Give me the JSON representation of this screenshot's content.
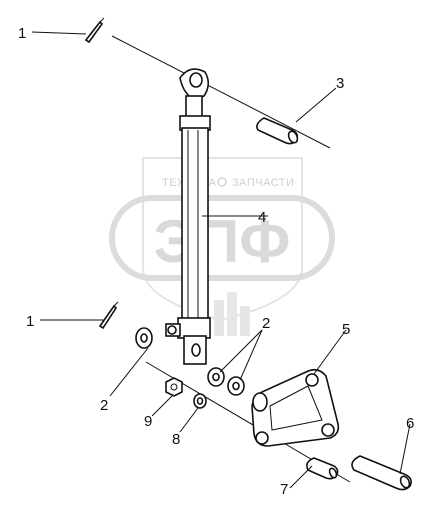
{
  "watermark": {
    "logo_text": "ЭПФ",
    "tagline_left": "ТЕХНИКА",
    "tagline_right": "ЗАПЧАСТИ"
  },
  "callouts": [
    {
      "id": "c1a",
      "label": "1"
    },
    {
      "id": "c1b",
      "label": "1"
    },
    {
      "id": "c2a",
      "label": "2"
    },
    {
      "id": "c2b",
      "label": "2"
    },
    {
      "id": "c3",
      "label": "3"
    },
    {
      "id": "c4",
      "label": "4"
    },
    {
      "id": "c5",
      "label": "5"
    },
    {
      "id": "c6",
      "label": "6"
    },
    {
      "id": "c7",
      "label": "7"
    },
    {
      "id": "c8",
      "label": "8"
    },
    {
      "id": "c9",
      "label": "9"
    }
  ],
  "colors": {
    "line": "#111111",
    "watermark": "#d9d9d9"
  }
}
